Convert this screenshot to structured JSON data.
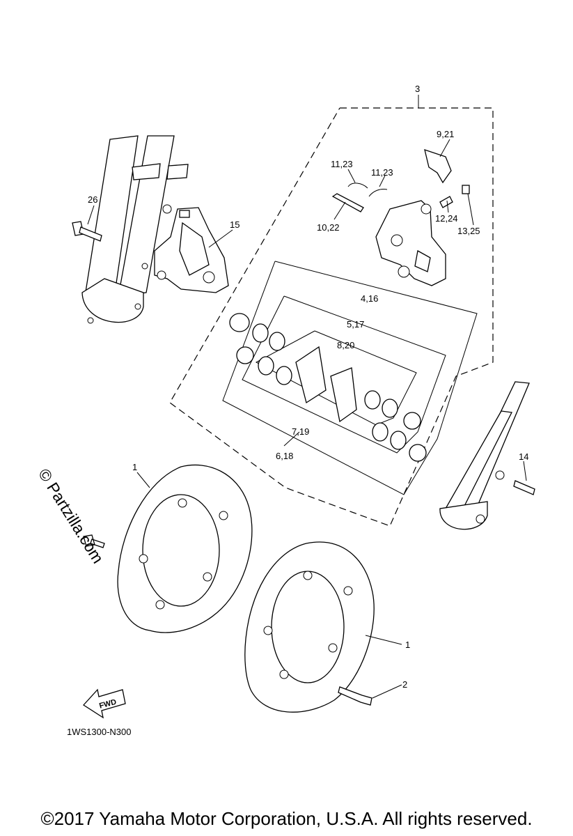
{
  "diagram": {
    "callouts": {
      "c3": "3",
      "c9_21": "9,21",
      "c11_23a": "11,23",
      "c11_23b": "11,23",
      "c26": "26",
      "c15": "15",
      "c10_22": "10,22",
      "c12_24": "12,24",
      "c13_25": "13,25",
      "c4_16": "4,16",
      "c5_17": "5,17",
      "c8_20": "8,20",
      "c7_19": "7,19",
      "c6_18": "6,18",
      "c1a": "1",
      "c14": "14",
      "c1b": "1",
      "c2": "2"
    },
    "fwd_label": "FWD",
    "drawing_code": "1WS1300-N300",
    "watermark": "© Partzilla.com"
  },
  "footer": {
    "copyright": "©2017 Yamaha Motor Corporation, U.S.A. All rights reserved."
  }
}
